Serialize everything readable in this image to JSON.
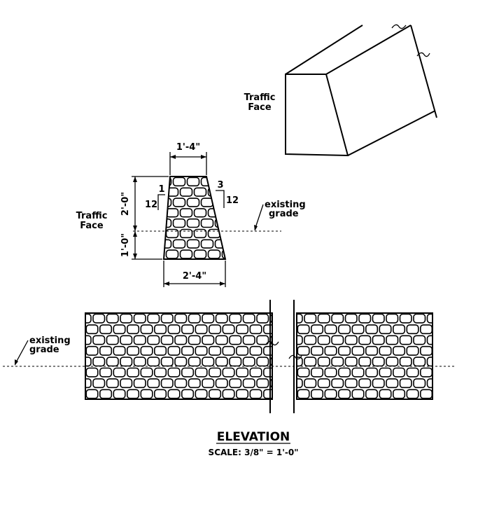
{
  "perspective": {
    "traffic_face_line1": "Traffic",
    "traffic_face_line2": "Face"
  },
  "section": {
    "top_width": "1'-4\"",
    "bottom_width": "2'-4\"",
    "upper_height": "2'-0\"",
    "lower_height": "1'-0\"",
    "left_slope_rise": "12",
    "left_slope_run": "1",
    "right_slope_rise": "12",
    "right_slope_run": "3",
    "traffic_face_line1": "Traffic",
    "traffic_face_line2": "Face",
    "grade_line1": "existing",
    "grade_line2": "grade"
  },
  "elevation": {
    "grade_line1": "existing",
    "grade_line2": "grade",
    "title": "ELEVATION",
    "scale": "SCALE: 3/8\" = 1'-0\""
  }
}
